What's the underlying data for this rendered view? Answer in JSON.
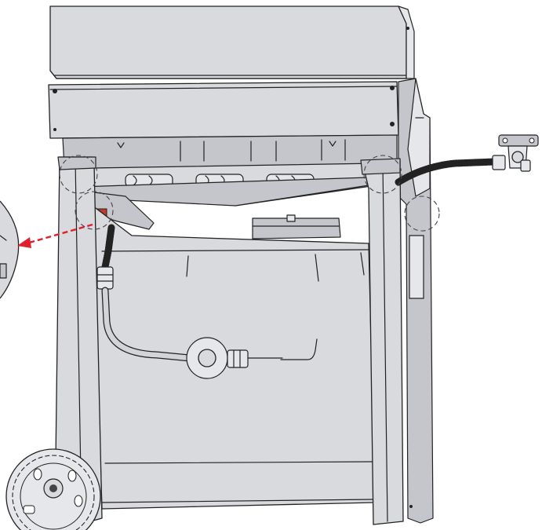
{
  "figure": {
    "background": "#ffffff",
    "body_color": "#d9dade",
    "outline_color": "#222222",
    "arrow_color": "#e0202a",
    "callouts": [
      {
        "name": "left-front-corner"
      },
      {
        "name": "left-valve-area"
      },
      {
        "name": "right-front-corner"
      },
      {
        "name": "right-side-bracket"
      }
    ]
  }
}
